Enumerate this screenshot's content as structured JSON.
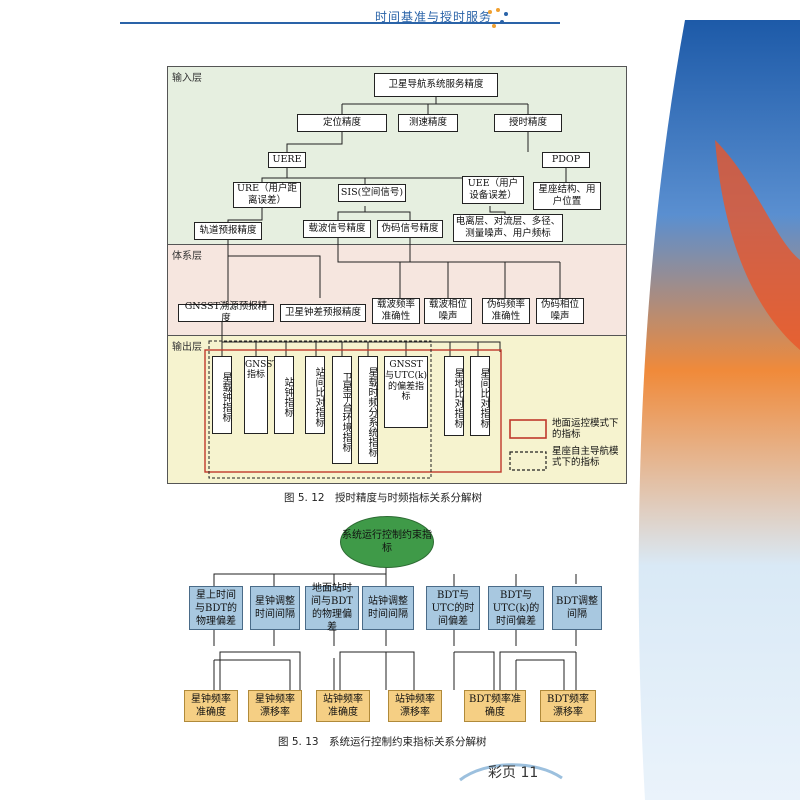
{
  "header": {
    "title": "时间基准与授时服务"
  },
  "fig1": {
    "layers": {
      "input": "输入层",
      "system": "体系层",
      "output": "输出层"
    },
    "nodes": {
      "root": "卫星导航系统服务精度",
      "pos": "定位精度",
      "vel": "测速精度",
      "timing": "授时精度",
      "uere": "UERE",
      "pdop": "PDOP",
      "ure": "URE（用户距离误差）",
      "sis": "SIS(空间信号)",
      "uee": "UEE（用户设备误差）",
      "const": "星座结构、用户位置",
      "orbit": "轨道预报精度",
      "carrier": "载波信号精度",
      "pseudo": "伪码信号精度",
      "iono": "电离层、对流层、多径、测量噪声、用户频标"
    },
    "system_nodes": [
      "GNSST溯源预报精度",
      "卫星钟差预报精度",
      "载波频率准确性",
      "载波相位噪声",
      "伪码频率准确性",
      "伪码相位噪声"
    ],
    "output_nodes": [
      "星载钟指标",
      "GNSST指标",
      "站钟指标",
      "站间比对指标",
      "卫星平台环境指标",
      "星载时频分系统指标",
      "GNSST与UTC(k)的偏差指标",
      "星地比对指标",
      "星间比对指标"
    ],
    "legend": {
      "solid": "地面运控模式下的指标",
      "dashed": "星座自主导航模式下的指标"
    },
    "caption": "图 5. 12　授时精度与时频指标关系分解树"
  },
  "fig2": {
    "root": "系统运行控制约束指标",
    "blue": [
      "星上时间与BDT的物理偏差",
      "星钟调整时间间隔",
      "地面站时间与BDT的物理偏差",
      "站钟调整时间间隔",
      "BDT与UTC的时间偏差",
      "BDT与UTC(k)的时间偏差",
      "BDT调整间隔"
    ],
    "yellow": [
      "星钟频率准确度",
      "星钟频率漂移率",
      "站钟频率准确度",
      "站钟频率漂移率",
      "BDT频率准确度",
      "BDT频率漂移率"
    ],
    "caption": "图 5. 13　系统运行控制约束指标关系分解树"
  },
  "footer": {
    "page": "彩页 11"
  },
  "colors": {
    "input_bg": "#e6efe0",
    "system_bg": "#f6e6df",
    "output_bg": "#f6f3cf",
    "blue": "#a8c8e0",
    "yellow": "#f5cf84",
    "green": "#3f9a48"
  }
}
